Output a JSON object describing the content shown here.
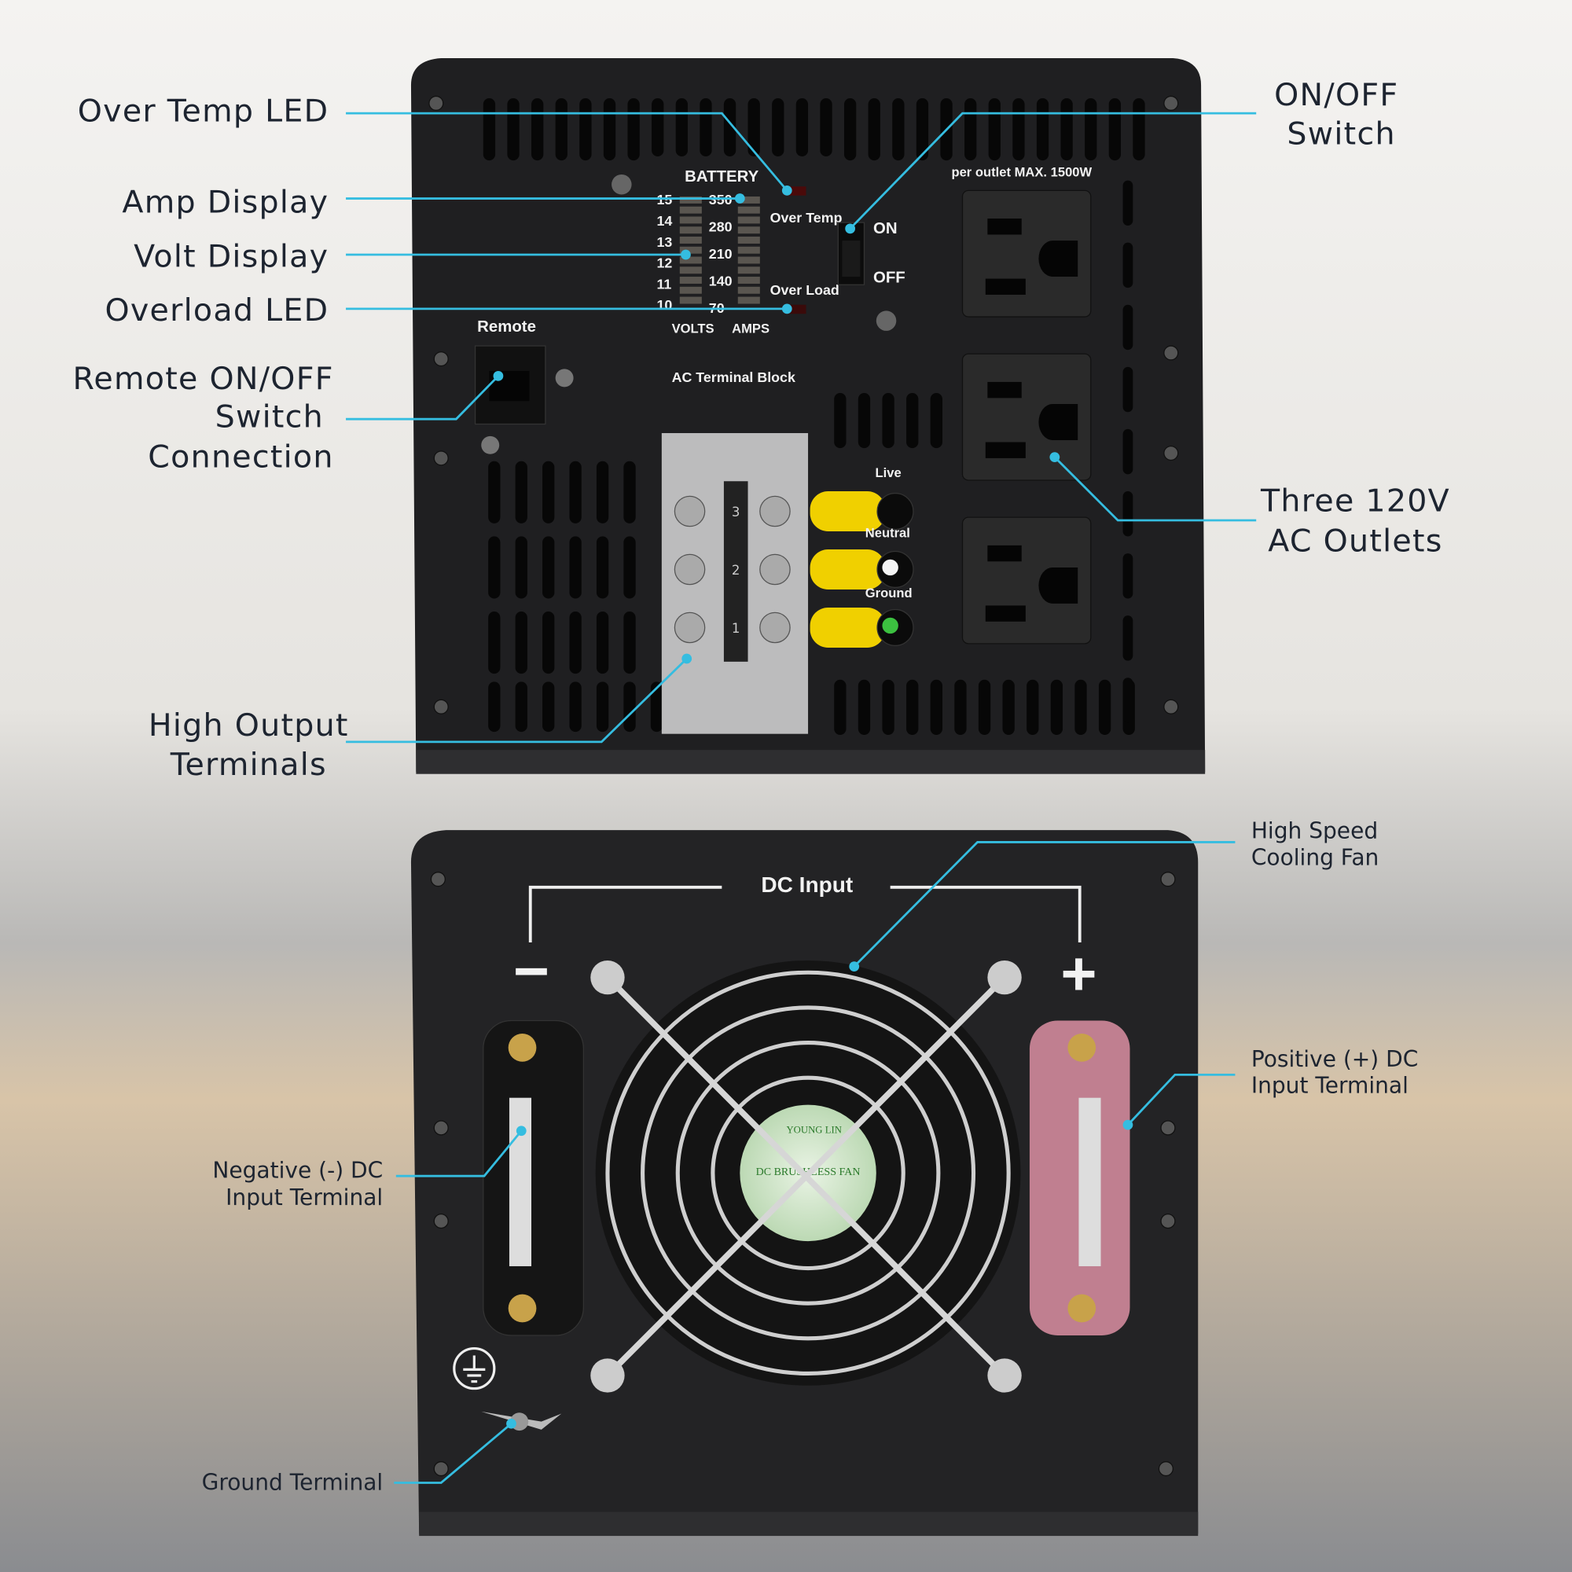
{
  "colors": {
    "callout": "#35bde0",
    "panel": "#222224",
    "background": "#d9d4cc",
    "positive_terminal": "#c07f90",
    "negative_terminal": "#1c1c1c",
    "wire_caps": "#f0d000"
  },
  "callouts": {
    "over_temp_led": "Over Temp LED",
    "amp_display": "Amp Display",
    "volt_display": "Volt Display",
    "overload_led": "Overload LED",
    "remote": [
      "Remote ON/OFF",
      "Switch",
      "Connection"
    ],
    "high_output": [
      "High Output",
      "Terminals"
    ],
    "on_off": [
      "ON/OFF",
      "Switch"
    ],
    "outlets": [
      "Three 120V",
      "AC Outlets"
    ],
    "fan": [
      "High Speed",
      "Cooling Fan"
    ],
    "positive": [
      "Positive (+) DC",
      "Input Terminal"
    ],
    "negative": [
      "Negative (-) DC",
      "Input Terminal"
    ],
    "ground": "Ground Terminal"
  },
  "front_panel": {
    "battery": "BATTERY",
    "volts": [
      "15",
      "14",
      "13",
      "12",
      "11",
      "10"
    ],
    "amps": [
      "350",
      "280",
      "210",
      "140",
      "70"
    ],
    "volts_label": "VOLTS",
    "amps_label": "AMPS",
    "over_temp": "Over Temp",
    "over_load": "Over Load",
    "on": "ON",
    "off": "OFF",
    "outlet_rating": "per outlet MAX. 1500W",
    "remote": "Remote",
    "ac_terminal_block": "AC Terminal Block",
    "live": "Live",
    "neutral": "Neutral",
    "ground": "Ground",
    "terminal_numbers": [
      "3",
      "2",
      "1"
    ]
  },
  "rear_panel": {
    "dc_input": "DC Input",
    "minus": "−",
    "plus": "+",
    "fan_brand": "YOUNG LIN",
    "fan_type": "DC BRUSHLESS FAN"
  }
}
